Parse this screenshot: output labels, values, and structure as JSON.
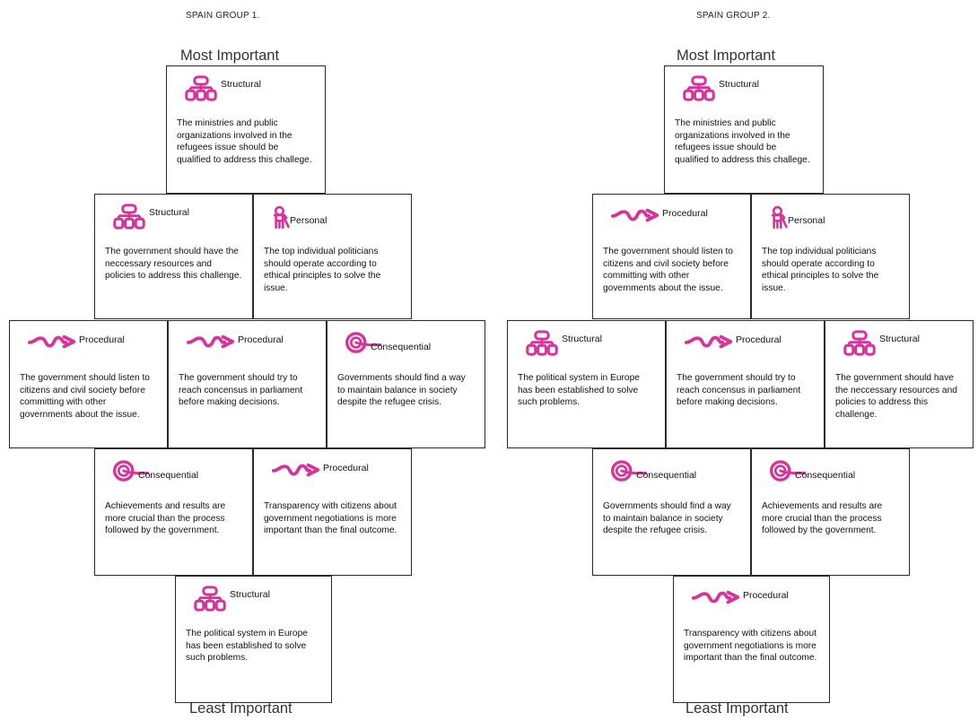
{
  "groups": [
    {
      "title": "SPAIN GROUP 1.",
      "top_label": "Most Important",
      "bottom_label": "Least Important",
      "cards": [
        {
          "category": "Structural",
          "icon": "structural-icon",
          "text": "The ministries and public organizations involved in the refugees issue should be qualified to address this challege."
        },
        {
          "category": "Structural",
          "icon": "structural-icon",
          "text": "The government should have the neccessary resources and policies to address this challenge."
        },
        {
          "category": "Personal",
          "icon": "personal-icon",
          "text": "The top individual politicians should operate according to ethical principles to solve the issue."
        },
        {
          "category": "Procedural",
          "icon": "procedural-icon",
          "text": "The government should listen to citizens and civil society before committing with other governments about the issue."
        },
        {
          "category": "Procedural",
          "icon": "procedural-icon",
          "text": "The government should try to reach concensus in parliament before making decisions."
        },
        {
          "category": "Consequential",
          "icon": "consequential-icon",
          "text": "Governments should find a way to maintain balance in society despite the refugee crisis."
        },
        {
          "category": "Consequential",
          "icon": "consequential-icon",
          "text": "Achievements and results are more crucial than the process followed by the government."
        },
        {
          "category": "Procedural",
          "icon": "procedural-icon",
          "text": "Transparency with citizens about government negotiations is more important than the final outcome."
        },
        {
          "category": "Structural",
          "icon": "structural-icon",
          "text": "The political system in Europe has been established to solve such problems."
        }
      ]
    },
    {
      "title": "SPAIN GROUP 2.",
      "top_label": "Most Important",
      "bottom_label": "Least Important",
      "cards": [
        {
          "category": "Structural",
          "icon": "structural-icon",
          "text": "The ministries and public organizations involved in the refugees issue should be qualified to address this challege."
        },
        {
          "category": "Procedural",
          "icon": "procedural-icon",
          "text": "The government should listen to citizens and civil society before committing with other governments about the issue."
        },
        {
          "category": "Personal",
          "icon": "personal-icon",
          "text": "The top individual politicians should operate according to ethical principles to solve the issue."
        },
        {
          "category": "Structural",
          "icon": "structural-icon",
          "text": "The political system in Europe has been established to solve such problems."
        },
        {
          "category": "Procedural",
          "icon": "procedural-icon",
          "text": "The government should try to reach concensus in parliament before making decisions."
        },
        {
          "category": "Structural",
          "icon": "structural-icon",
          "text": "The government should have the neccessary resources and policies to address this challenge."
        },
        {
          "category": "Consequential",
          "icon": "consequential-icon",
          "text": "Governments should find a way to maintain balance in society despite the refugee crisis."
        },
        {
          "category": "Consequential",
          "icon": "consequential-icon",
          "text": "Achievements and results are more crucial than the process followed by the government."
        },
        {
          "category": "Procedural",
          "icon": "procedural-icon",
          "text": "Transparency with citizens about government negotiations is more important than the final outcome."
        }
      ]
    }
  ],
  "accent_color": "#d6339b"
}
